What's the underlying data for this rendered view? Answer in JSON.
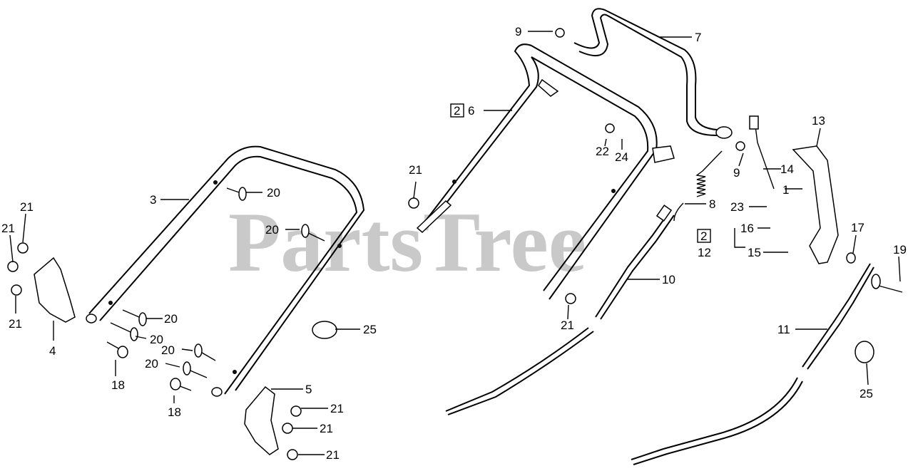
{
  "watermark": "PartsTree",
  "callouts": {
    "p1": "1",
    "p2": "2",
    "p2b": "2",
    "p3": "3",
    "p4": "4",
    "p5": "5",
    "p6": "6",
    "p7": "7",
    "p8": "8",
    "p9a": "9",
    "p9b": "9",
    "p10": "10",
    "p11": "11",
    "p12": "12",
    "p13": "13",
    "p14": "14",
    "p15": "15",
    "p16": "16",
    "p17": "17",
    "p18a": "18",
    "p18b": "18",
    "p19": "19",
    "p20a": "20",
    "p20b": "20",
    "p20c": "20",
    "p20d": "20",
    "p20e": "20",
    "p20f": "20",
    "p21a": "21",
    "p21b": "21",
    "p21c": "21",
    "p21d": "21",
    "p21e": "21",
    "p21f": "21",
    "p21g": "21",
    "p21h": "21",
    "p22": "22",
    "p23": "23",
    "p24": "24",
    "p25a": "25",
    "p25b": "25"
  }
}
